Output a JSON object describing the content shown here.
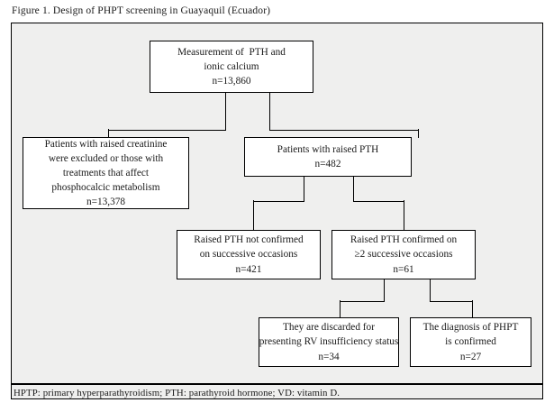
{
  "figure": {
    "caption": "Figure 1. Design of PHPT screening in Guayaquil (Ecuador)",
    "footnote": "HPTP: primary hyperparathyroidism; PTH: parathyroid hormone; VD: vitamin D."
  },
  "colors": {
    "frame_border": "#000000",
    "frame_background": "#efefee",
    "box_border": "#000000",
    "box_background": "#ffffff",
    "text": "#1a1a1a",
    "connector": "#000000"
  },
  "chart_data": {
    "type": "diagram",
    "title": "Figure 1. Design of PHPT screening in Guayaquil (Ecuador)",
    "nodes": [
      {
        "id": "measurement",
        "lines": [
          "Measurement of  PTH and",
          "ionic calcium",
          "n=13,860"
        ],
        "n": 13860
      },
      {
        "id": "excluded",
        "lines": [
          "Patients with raised creatinine",
          "were excluded or those with",
          "treatments that affect",
          "phosphocalcic metabolism",
          "n=13,378"
        ],
        "n": 13378
      },
      {
        "id": "raised_pth",
        "lines": [
          "Patients with raised PTH",
          "n=482"
        ],
        "n": 482
      },
      {
        "id": "not_confirmed",
        "lines": [
          "Raised PTH not confirmed",
          "on successive occasions",
          "n=421"
        ],
        "n": 421
      },
      {
        "id": "confirmed",
        "lines": [
          "Raised PTH confirmed on",
          "≥2 successive occasions",
          "n=61"
        ],
        "n": 61
      },
      {
        "id": "discarded",
        "lines": [
          "They are discarded for",
          "presenting RV insufficiency status",
          "n=34"
        ],
        "n": 34
      },
      {
        "id": "diagnosis",
        "lines": [
          "The diagnosis of PHPT",
          "is confirmed",
          "n=27"
        ],
        "n": 27
      }
    ],
    "edges": [
      {
        "from": "measurement",
        "to": "excluded"
      },
      {
        "from": "measurement",
        "to": "raised_pth"
      },
      {
        "from": "raised_pth",
        "to": "not_confirmed"
      },
      {
        "from": "raised_pth",
        "to": "confirmed"
      },
      {
        "from": "confirmed",
        "to": "discarded"
      },
      {
        "from": "confirmed",
        "to": "diagnosis"
      }
    ]
  },
  "boxes": {
    "measurement": {
      "l1": "Measurement of  PTH and",
      "l2": "ionic calcium",
      "l3": "n=13,860"
    },
    "excluded": {
      "l1": "Patients with raised creatinine",
      "l2": "were excluded or those with",
      "l3": "treatments that affect",
      "l4": "phosphocalcic metabolism",
      "l5": "n=13,378"
    },
    "raised_pth": {
      "l1": "Patients with raised PTH",
      "l2": "n=482"
    },
    "not_confirmed": {
      "l1": "Raised PTH not confirmed",
      "l2": "on successive occasions",
      "l3": "n=421"
    },
    "confirmed": {
      "l1": "Raised PTH confirmed on",
      "l2": "≥2 successive occasions",
      "l3": "n=61"
    },
    "discarded": {
      "l1": "They are discarded for",
      "l2": "presenting RV insufficiency status",
      "l3": "n=34"
    },
    "diagnosis": {
      "l1": "The diagnosis of PHPT",
      "l2": "is confirmed",
      "l3": "n=27"
    }
  }
}
